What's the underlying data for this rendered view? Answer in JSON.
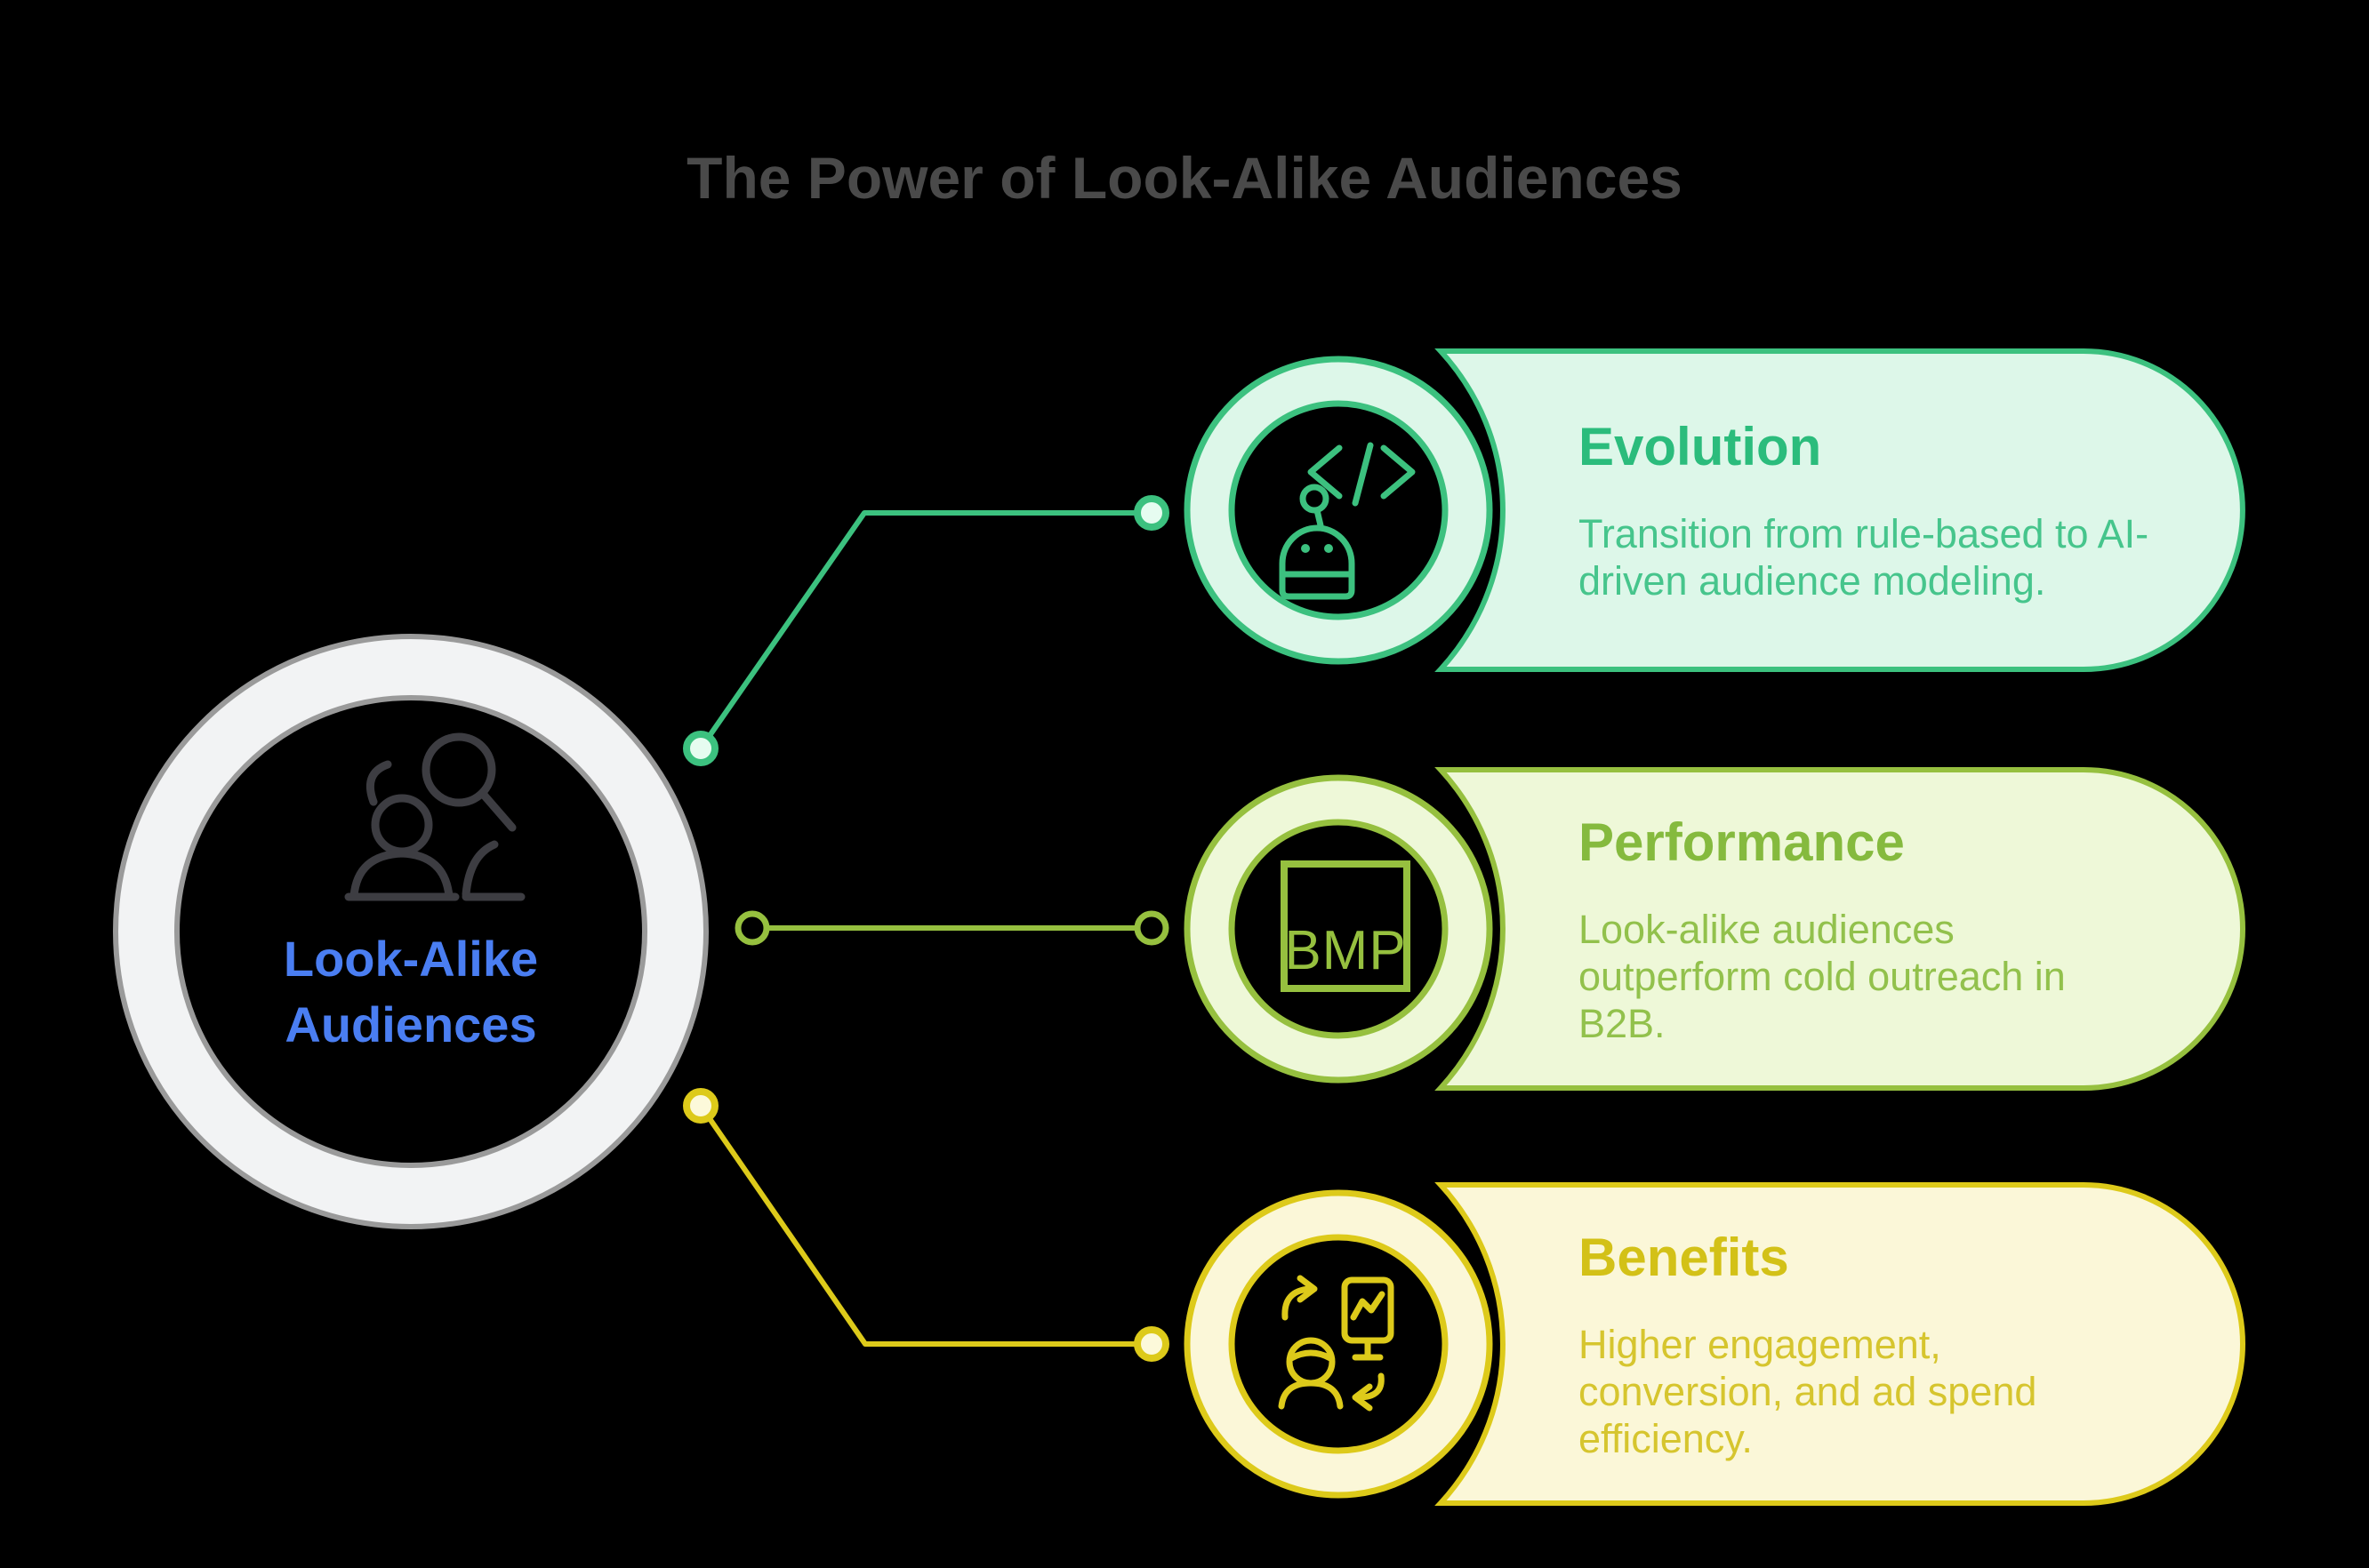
{
  "title": "The Power of Look-Alike Audiences",
  "colors": {
    "bg": "#000000",
    "title_color": "#4a4a4a",
    "center_ring_fill": "#f2f3f4",
    "center_ring_border": "#9a9a9a",
    "center_label_color": "#4a7ef2",
    "center_icon_color": "#3d3d42",
    "evo_accent": "#3cc17f",
    "evo_bg": "#ddf7e9",
    "evo_title": "#2bbc7c",
    "evo_body": "#46c58c",
    "evo_dot": "#e6fcf0",
    "perf_accent": "#96c03f",
    "perf_bg": "#eef8d8",
    "perf_title": "#85ba3e",
    "perf_body": "#92c14c",
    "ben_accent": "#ddca1a",
    "ben_bg": "#fbf7d8",
    "ben_title": "#d3c117",
    "ben_body": "#d6c52e",
    "ben_dot": "#fcf9da"
  },
  "center": {
    "label": "Look-Alike Audiences",
    "icon": "audience-search-icon"
  },
  "cards": [
    {
      "id": "evolution",
      "title": "Evolution",
      "body": "Transition from rule-based to AI-driven audience modeling.",
      "icon": "robot-code-icon"
    },
    {
      "id": "performance",
      "title": "Performance",
      "body": "Look-alike audiences outperform cold outreach in B2B.",
      "icon": "bmp-file-icon",
      "icon_label": "BMP"
    },
    {
      "id": "benefits",
      "title": "Benefits",
      "body": "Higher engagement, conversion, and ad spend efficiency.",
      "icon": "conversion-monitor-icon"
    }
  ]
}
